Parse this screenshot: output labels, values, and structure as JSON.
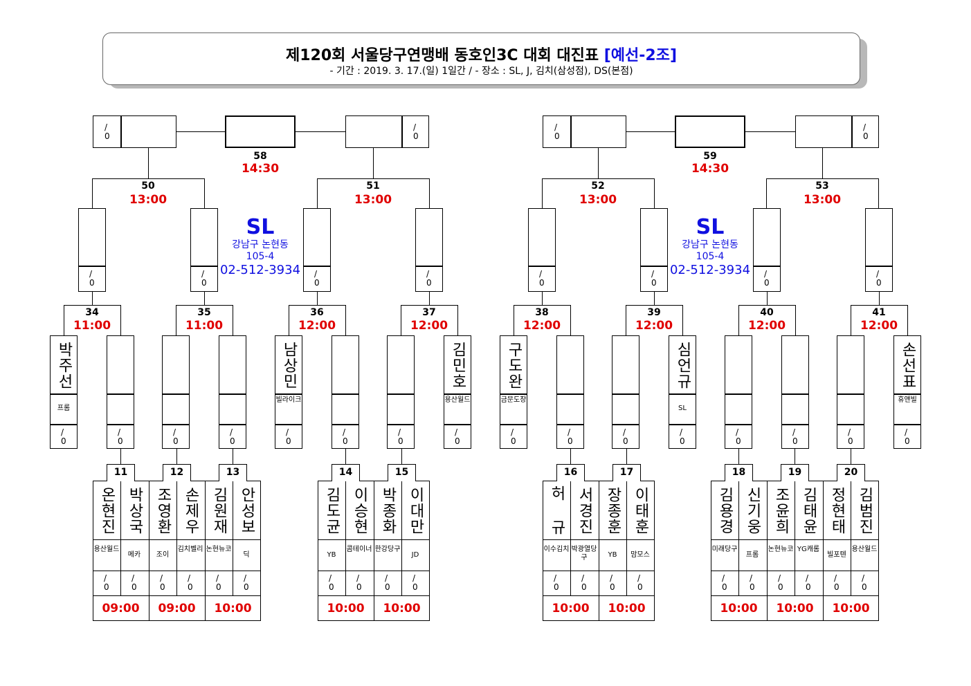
{
  "header": {
    "title": "제120회 서울당구연맹배 동호인3C 대회 대진표",
    "group": "[예선-2조]",
    "subtitle": "- 기간 : 2019. 3. 17.(일) 1일간 / - 장소 : SL, J, 김치(삼성점), DS(본점)"
  },
  "score_placeholder": "/\n0",
  "venue": {
    "name": "SL",
    "address_line1": "강남구 논현동",
    "address_line2": "105-4",
    "phone": "02-512-3934"
  },
  "finals": [
    {
      "num": "58",
      "time": "14:30"
    },
    {
      "num": "59",
      "time": "14:30"
    }
  ],
  "semis": [
    {
      "num": "50",
      "time": "13:00"
    },
    {
      "num": "51",
      "time": "13:00"
    },
    {
      "num": "52",
      "time": "13:00"
    },
    {
      "num": "53",
      "time": "13:00"
    }
  ],
  "quarters": [
    {
      "num": "34",
      "time": "11:00"
    },
    {
      "num": "35",
      "time": "11:00"
    },
    {
      "num": "36",
      "time": "12:00"
    },
    {
      "num": "37",
      "time": "12:00"
    },
    {
      "num": "38",
      "time": "12:00"
    },
    {
      "num": "39",
      "time": "12:00"
    },
    {
      "num": "40",
      "time": "12:00"
    },
    {
      "num": "41",
      "time": "12:00"
    }
  ],
  "seeded": [
    {
      "name": "박주선",
      "club": "프롬"
    },
    {
      "name": "남상민",
      "club": "빌라이크"
    },
    {
      "name": "김민호",
      "club": "용산월드"
    },
    {
      "name": "구도완",
      "club": "금문도장"
    },
    {
      "name": "심언규",
      "club": "SL"
    },
    {
      "name": "손선표",
      "club": "휴앤빌"
    }
  ],
  "first_round": [
    {
      "num": "11",
      "time": "09:00",
      "players": [
        {
          "name": "온현진",
          "club": "용산월드"
        },
        {
          "name": "박상국",
          "club": "메카"
        }
      ]
    },
    {
      "num": "12",
      "time": "09:00",
      "players": [
        {
          "name": "조영환",
          "club": "조이"
        },
        {
          "name": "손제우",
          "club": "김치벨리"
        }
      ]
    },
    {
      "num": "13",
      "time": "10:00",
      "players": [
        {
          "name": "김원재",
          "club": "논현뉴코"
        },
        {
          "name": "안성보",
          "club": "딕"
        }
      ]
    },
    {
      "num": "14",
      "time": "10:00",
      "players": [
        {
          "name": "김도균",
          "club": "YB"
        },
        {
          "name": "이승현",
          "club": "콤테이너"
        }
      ]
    },
    {
      "num": "15",
      "time": "10:00",
      "players": [
        {
          "name": "박종화",
          "club": "한강당구"
        },
        {
          "name": "이대만",
          "club": "JD"
        }
      ]
    },
    {
      "num": "16",
      "time": "10:00",
      "players": [
        {
          "name": "허  규",
          "club": "이수김치"
        },
        {
          "name": "서경진",
          "club": "박광열당구"
        }
      ]
    },
    {
      "num": "17",
      "time": "10:00",
      "players": [
        {
          "name": "장종훈",
          "club": "YB"
        },
        {
          "name": "이태훈",
          "club": "맘모스"
        }
      ]
    },
    {
      "num": "18",
      "time": "10:00",
      "players": [
        {
          "name": "김용경",
          "club": "미래당구"
        },
        {
          "name": "신기웅",
          "club": "프롬"
        }
      ]
    },
    {
      "num": "19",
      "time": "10:00",
      "players": [
        {
          "name": "조윤희",
          "club": "논현뉴코"
        },
        {
          "name": "김태윤",
          "club": "YG캐롬"
        }
      ]
    },
    {
      "num": "20",
      "time": "10:00",
      "players": [
        {
          "name": "정현태",
          "club": "빌포텐"
        },
        {
          "name": "김범진",
          "club": "용산월드"
        }
      ]
    }
  ]
}
